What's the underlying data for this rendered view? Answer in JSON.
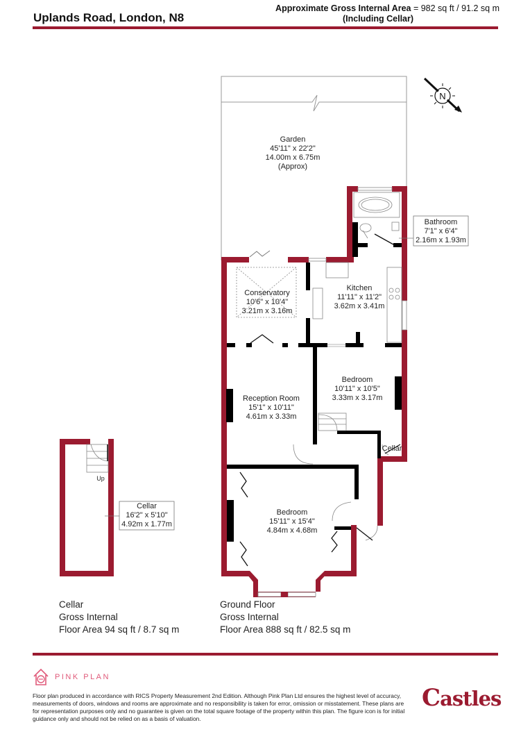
{
  "header": {
    "title": "Uplands Road, London, N8",
    "gia_label": "Approximate Gross Internal Area",
    "gia_value": " = 982 sq ft / 91.2 sq m",
    "gia_note": "(Including Cellar)"
  },
  "compass": {
    "label": "N"
  },
  "rooms": {
    "garden": {
      "name": "Garden",
      "imperial": "45'11\" x 22'2\"",
      "metric": "14.00m x 6.75m",
      "note": "(Approx)"
    },
    "bathroom": {
      "name": "Bathroom",
      "imperial": "7'1\" x 6'4\"",
      "metric": "2.16m x 1.93m"
    },
    "conservatory": {
      "name": "Conservatory",
      "imperial": "10'6\" x 10'4\"",
      "metric": "3.21m x 3.16m"
    },
    "kitchen": {
      "name": "Kitchen",
      "imperial": "11'11\" x 11'2\"",
      "metric": "3.62m x 3.41m"
    },
    "bedroom2": {
      "name": "Bedroom",
      "imperial": "10'11\" x 10'5\"",
      "metric": "3.33m x 3.17m"
    },
    "reception": {
      "name": "Reception Room",
      "imperial": "15'1\" x 10'11\"",
      "metric": "4.61m x 3.33m"
    },
    "bedroom1": {
      "name": "Bedroom",
      "imperial": "15'11\" x 15'4\"",
      "metric": "4.84m x 4.68m"
    },
    "cellar_access": {
      "name": "Cellar"
    },
    "cellar": {
      "name": "Cellar",
      "imperial": "16'2\" x 5'10\"",
      "metric": "4.92m x 1.77m",
      "stairs_label": "Up"
    }
  },
  "floors": {
    "cellar": {
      "line1": "Cellar",
      "line2": "Gross Internal",
      "line3": "Floor Area 94 sq ft / 8.7 sq m"
    },
    "ground": {
      "line1": "Ground Floor",
      "line2": "Gross Internal",
      "line3": "Floor Area 888 sq ft / 82.5 sq m"
    }
  },
  "footer": {
    "brand": "PINK PLAN",
    "disclaimer": "Floor plan produced in accordance with RICS Property Measurement 2nd Edition. Although Pink Plan Ltd ensures the highest level of accuracy, measurements of doors, windows and rooms are approximate and no responsibility is taken for error, omission or misstatement. These plans are for representation purposes only and no guarantee is given on the total square footage of the property within this plan. The figure icon is for initial guidance only and should not be relied on as a basis of valuation.",
    "agent_logo_initial": "C",
    "agent_logo_rest": "astles"
  },
  "colors": {
    "brand_red": "#9b1b30",
    "pink_plan": "#e05a7a",
    "interior_wall": "#000000"
  }
}
